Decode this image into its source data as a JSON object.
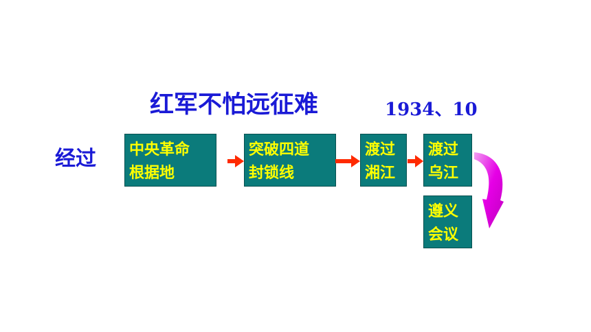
{
  "title": "红军不怕远征难",
  "date": "1934、10",
  "pass_label": "经过",
  "steps": [
    {
      "line1": "中央革命",
      "line2": "根据地"
    },
    {
      "line1": "突破四道",
      "line2": "封锁线"
    },
    {
      "line1": "渡过",
      "line2": "湘江"
    },
    {
      "line1": "渡过",
      "line2": "乌江"
    },
    {
      "line1": "遵义",
      "line2": "会议"
    }
  ],
  "colors": {
    "title_text": "#1a1ad6",
    "box_fill": "#0b7b7b",
    "box_text": "#ffff00",
    "arrow_red": "#ff2a00",
    "arrow_magenta": "#e600e6"
  }
}
